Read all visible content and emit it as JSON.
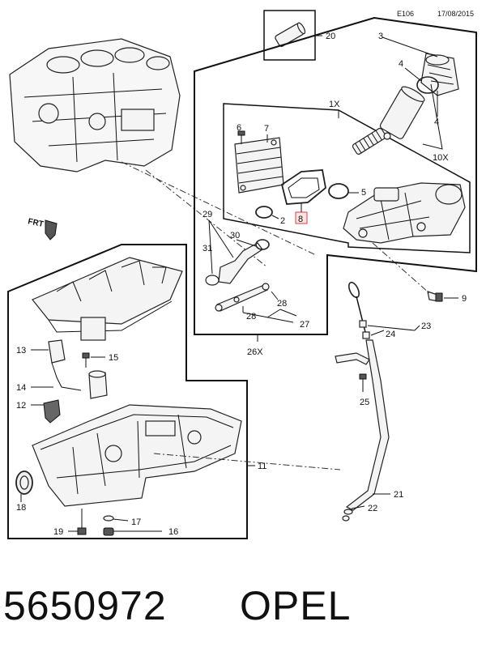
{
  "header": {
    "code": "E106",
    "date": "17/08/2015"
  },
  "callouts": {
    "c1X": "1X",
    "c2": "2",
    "c3": "3",
    "c4a": "4",
    "c4b": "4",
    "c5": "5",
    "c6": "6",
    "c7": "7",
    "c8": "8",
    "c9": "9",
    "c10X": "10X",
    "c11": "11",
    "c12": "12",
    "c13": "13",
    "c14": "14",
    "c15": "15",
    "c16": "16",
    "c17": "17",
    "c18": "18",
    "c19": "19",
    "c20": "20",
    "c21": "21",
    "c22": "22",
    "c23": "23",
    "c24": "24",
    "c25": "25",
    "c26X": "26X",
    "c27": "27",
    "c28a": "28",
    "c28b": "28",
    "c29": "29",
    "c30": "30",
    "c31": "31"
  },
  "front_marker": "FRT",
  "highlight_color": "#e23b3b",
  "footer": {
    "part_number": "5650972",
    "brand": "OPEL"
  }
}
